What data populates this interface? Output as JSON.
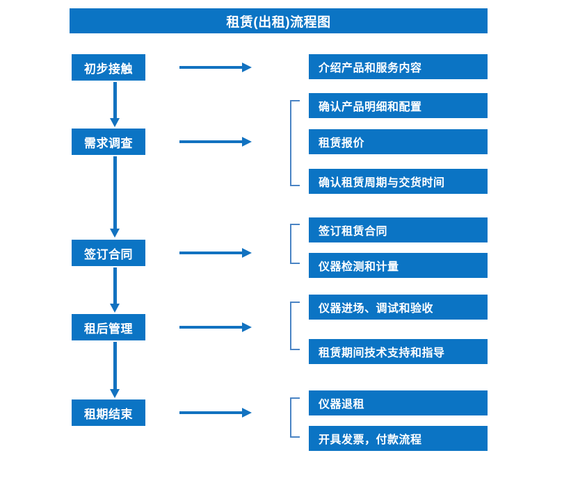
{
  "title": "租赁(出租)流程图",
  "theme": {
    "box_blue": "#0b74c4",
    "arrow_blue": "#1272c0",
    "bracket_blue": "#4a84c4",
    "box_text": "#ffffff",
    "background": "#ffffff"
  },
  "stages": [
    {
      "label": "初步接触"
    },
    {
      "label": "需求调查"
    },
    {
      "label": "签订合同"
    },
    {
      "label": "租后管理"
    },
    {
      "label": "租期结束"
    }
  ],
  "details": [
    {
      "label": "介绍产品和服务内容"
    },
    {
      "label": "确认产品明细和配置"
    },
    {
      "label": "租赁报价"
    },
    {
      "label": "确认租赁周期与交货时间"
    },
    {
      "label": "签订租赁合同"
    },
    {
      "label": "仪器检测和计量"
    },
    {
      "label": "仪器进场、调试和验收"
    },
    {
      "label": "租赁期间技术支持和指导"
    },
    {
      "label": "仪器退租"
    },
    {
      "label": "开具发票，付款流程"
    }
  ],
  "groups": [
    {
      "stage": "初步接触",
      "details": [
        "介绍产品和服务内容"
      ]
    },
    {
      "stage": "需求调查",
      "details": [
        "确认产品明细和配置",
        "租赁报价",
        "确认租赁周期与交货时间"
      ]
    },
    {
      "stage": "签订合同",
      "details": [
        "签订租赁合同",
        "仪器检测和计量"
      ]
    },
    {
      "stage": "租后管理",
      "details": [
        "仪器进场、调试和验收",
        "租赁期间技术支持和指导"
      ]
    },
    {
      "stage": "租期结束",
      "details": [
        "仪器退租",
        "开具发票，付款流程"
      ]
    }
  ]
}
